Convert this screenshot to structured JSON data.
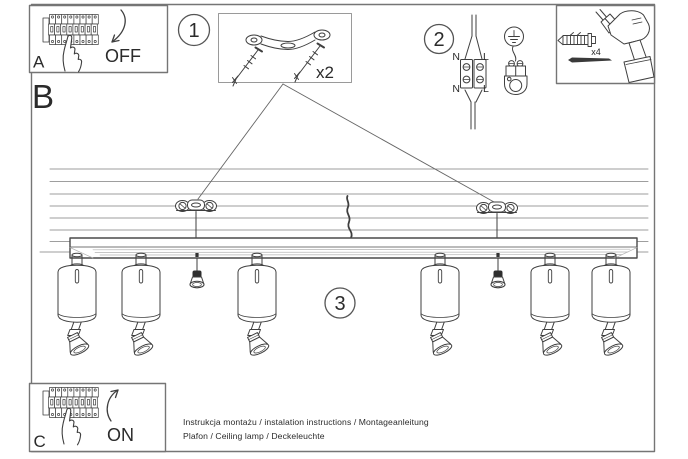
{
  "document": {
    "kind": "assembly-instruction-sheet",
    "product": "6-spot ceiling track lamp"
  },
  "labels": {
    "step_a": "A",
    "step_b": "B",
    "step_c": "C",
    "off": "OFF",
    "on": "ON",
    "step1_num": "1",
    "step2_num": "2",
    "step3_num": "3",
    "bracket_qty": "x2",
    "anchor_qty": "x4",
    "wire_top_n": "N",
    "wire_top_l": "L",
    "wire_bottom_n": "N",
    "wire_bottom_l": "L"
  },
  "footer": {
    "line1": "Instrukcja montażu / instalation instructions / Montageanleitung",
    "line2": "Plafon / Ceiling lamp / Deckeleuchte"
  },
  "colors": {
    "ink": "#3f3f3f",
    "frame": "#757575",
    "ceiling_line": "#9e9e9e",
    "grain": "#b3b3b3",
    "background": "#ffffff"
  }
}
